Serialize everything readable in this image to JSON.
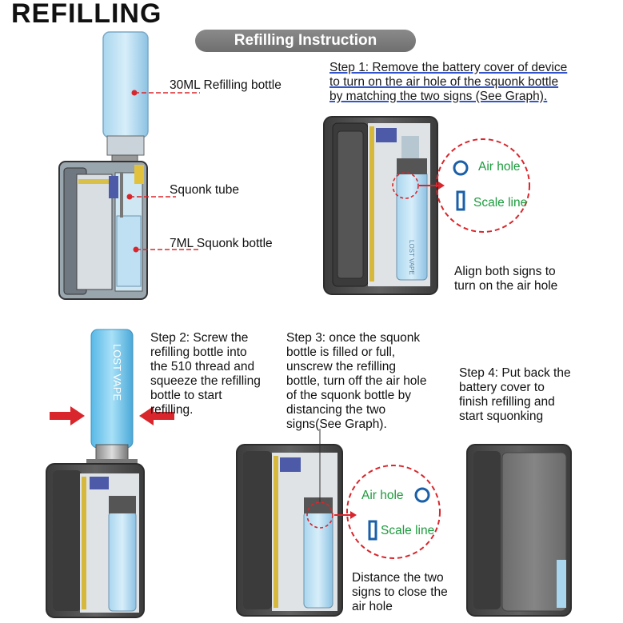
{
  "header": {
    "title": "REFILLING",
    "banner": "Refilling Instruction"
  },
  "diagram_labels": {
    "refilling_bottle": "30ML Refilling bottle",
    "squonk_tube": "Squonk tube",
    "squonk_bottle": "7ML Squonk bottle"
  },
  "steps": {
    "step1": [
      "Step 1: Remove the battery cover of device",
      "to turn on the air hole of the squonk bottle",
      "by matching the two signs (See Graph)."
    ],
    "step1_note": [
      "Align both signs to",
      "turn on the air hole"
    ],
    "step2": [
      "Step 2: Screw the",
      "refilling bottle into",
      "the 510 thread and",
      "squeeze the refilling",
      "bottle to start",
      "refilling."
    ],
    "step3": [
      "Step 3: once the squonk",
      "bottle is filled or full,",
      "unscrew the refilling",
      "bottle, turn off the air hole",
      "of the squonk bottle by",
      "distancing the two",
      "signs(See Graph)."
    ],
    "step3_note": [
      "Distance  the  two",
      "signs to close the",
      "air hole"
    ],
    "step4": [
      "Step 4: Put back the",
      "battery cover to",
      "finish refilling and",
      "start squonking"
    ]
  },
  "callouts": {
    "air_hole": "Air hole",
    "scale_line": "Scale line"
  },
  "bottle_brand": "LOST VAPE",
  "colors": {
    "device_frame": "#4a4a4a",
    "bottle_blue": "#8cc8e8",
    "leader_red": "#d8262c",
    "label_green": "#1c9b3d",
    "icon_blue": "#1a5fa8"
  }
}
